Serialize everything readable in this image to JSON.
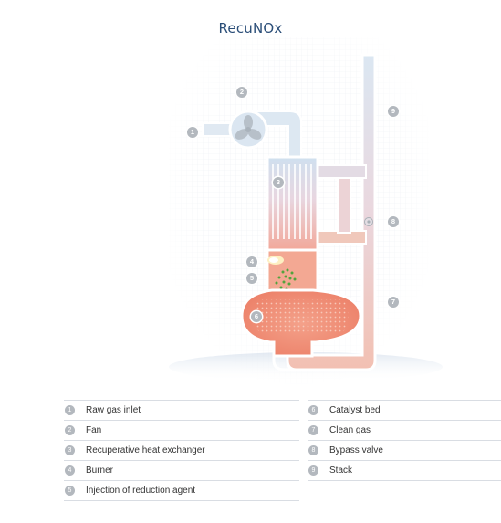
{
  "title": "RecuNOx",
  "colors": {
    "title": "#2b4e78",
    "cool_pipe": "#dce8f3",
    "warm_pipe": "#f2c2b6",
    "hot_vessel": "#ee8f78",
    "marker": "#b3b8be"
  },
  "markers": [
    "1",
    "2",
    "3",
    "4",
    "5",
    "6",
    "7",
    "8",
    "9"
  ],
  "legend": {
    "left": [
      {
        "num": "1",
        "label": "Raw gas inlet"
      },
      {
        "num": "2",
        "label": "Fan"
      },
      {
        "num": "3",
        "label": "Recuperative heat exchanger"
      },
      {
        "num": "4",
        "label": "Burner"
      },
      {
        "num": "5",
        "label": "Injection of reduction agent"
      }
    ],
    "right": [
      {
        "num": "6",
        "label": "Catalyst bed"
      },
      {
        "num": "7",
        "label": "Clean gas"
      },
      {
        "num": "8",
        "label": "Bypass valve"
      },
      {
        "num": "9",
        "label": "Stack"
      }
    ]
  },
  "icons": {
    "fan": "fan-icon",
    "valve": "bypass-valve-icon",
    "flame": "burner-flame-icon"
  }
}
